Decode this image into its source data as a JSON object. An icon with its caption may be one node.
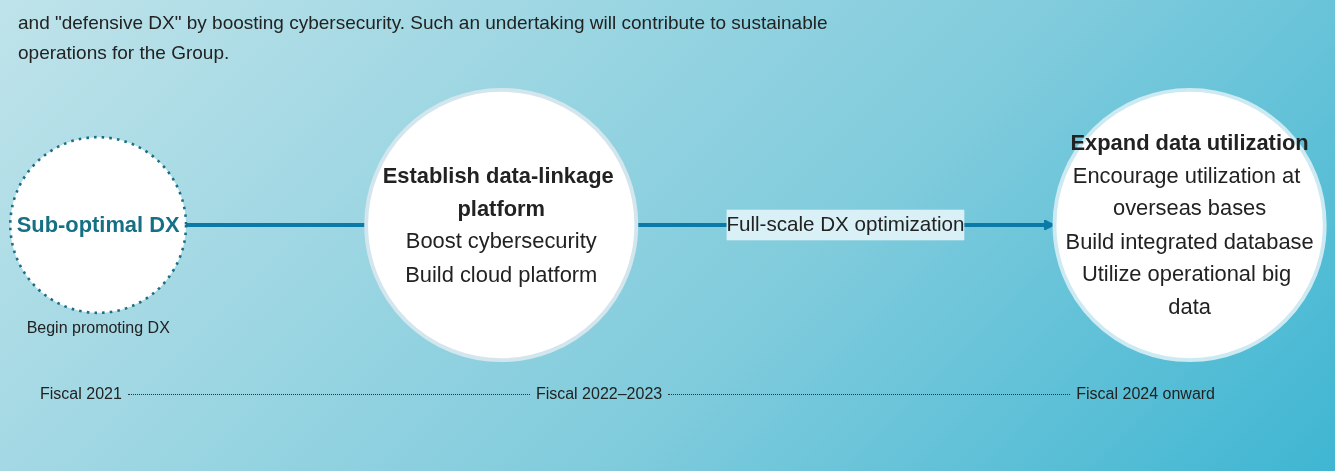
{
  "diagram": {
    "nodes": [
      {
        "text": [
          "Sub-optimal DX"
        ],
        "beside": [
          "Begin promoting DX"
        ]
      },
      {
        "text": [
          "Establish data-linkage platform",
          "Boost cybersecurity",
          "Build cloud platform"
        ]
      },
      {
        "text": [
          "Expand data utilization",
          "Encourage utilization at overseas bases",
          "Build integrated database",
          "Utilize operational big data"
        ]
      }
    ],
    "edges": [
      {
        "from": 0,
        "to": 1,
        "arrow": "none"
      },
      {
        "from": 1,
        "to": 2,
        "arrow": "to",
        "label": "Full-scale DX optimization"
      }
    ],
    "labels": [
      "and \"defensive DX\" by boosting cybersecurity. Such an undertaking will contribute to sustainable operations for the Group.",
      "Fiscal 2021",
      "Fiscal 2022–2023",
      "Fiscal 2024 onward"
    ]
  }
}
